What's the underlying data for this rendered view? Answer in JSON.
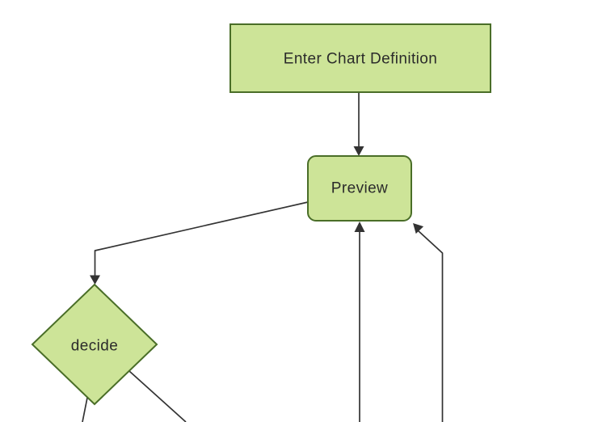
{
  "canvas": {
    "background": "#ffffff",
    "kind": "rendered flowchart (partially cropped at bottom)"
  },
  "colors": {
    "node_fill": "#cde498",
    "node_stroke": "#4a6e28",
    "edge": "#333333",
    "label": "#2b2b2b"
  },
  "diagram": {
    "type": "flowchart",
    "direction": "top-down",
    "nodes": [
      {
        "id": "enter-chart-definition",
        "shape": "rectangle",
        "label": "Enter Chart Definition"
      },
      {
        "id": "preview",
        "shape": "rounded-rectangle",
        "label": "Preview"
      },
      {
        "id": "decide",
        "shape": "diamond",
        "label": "decide"
      }
    ],
    "edges": [
      {
        "from": "enter-chart-definition",
        "to": "preview",
        "arrowhead": true
      },
      {
        "from": "preview",
        "to": "decide",
        "arrowhead": true
      },
      {
        "from": "offscreen-bottom-center",
        "to": "preview",
        "arrowhead": true
      },
      {
        "from": "offscreen-bottom-right",
        "to": "preview",
        "arrowhead": true
      },
      {
        "from": "decide",
        "to": "offscreen-bottom-left",
        "arrowhead": false
      },
      {
        "from": "decide",
        "to": "offscreen-bottom-right",
        "arrowhead": false
      }
    ]
  }
}
